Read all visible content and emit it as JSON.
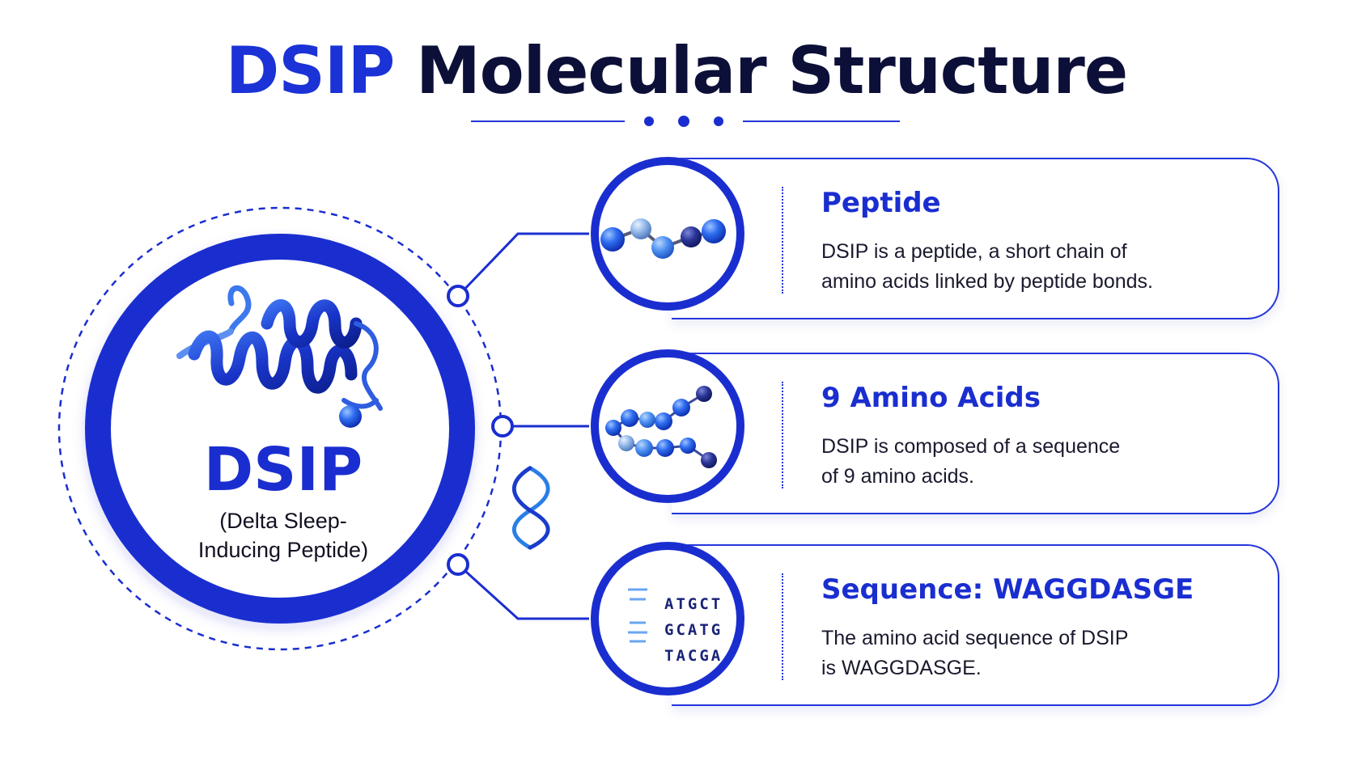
{
  "title": {
    "accent": "DSIP",
    "rest": "Molecular Structure"
  },
  "hub": {
    "name": "DSIP",
    "subtitle_line1": "(Delta Sleep-",
    "subtitle_line2": "Inducing Peptide)"
  },
  "cards": [
    {
      "title": "Peptide",
      "line1": "DSIP is a peptide, a short chain of",
      "line2": "amino acids linked by peptide bonds.",
      "icon": "molecule-chain-icon"
    },
    {
      "title": "9 Amino Acids",
      "line1": "DSIP is composed of a sequence",
      "line2": "of 9 amino acids.",
      "icon": "amino-acid-chain-icon"
    },
    {
      "title": "Sequence:  WAGGDASGE",
      "line1": "The amino acid sequence of DSIP",
      "line2": "is WAGGDASGE.",
      "icon": "dna-helix-icon",
      "dna_rows": [
        "ATGCT",
        "GCATG",
        "TACGA"
      ]
    }
  ],
  "colors": {
    "primary": "#1a2ed0",
    "dark": "#0c1038",
    "light_blue": "#4a8cf0",
    "navy": "#1a2378"
  }
}
